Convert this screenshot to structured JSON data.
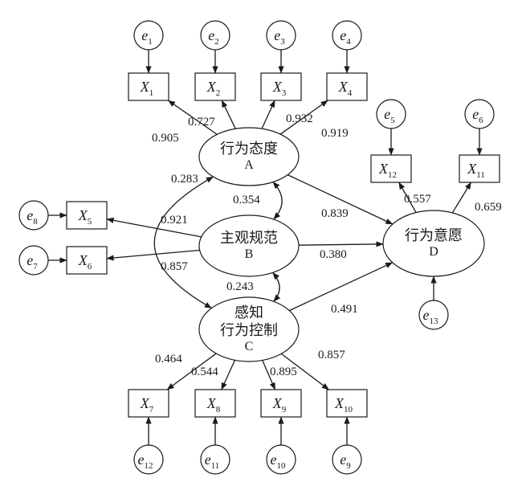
{
  "latents": [
    {
      "id": "A",
      "lines": [
        "行为态度"
      ],
      "letter": "A"
    },
    {
      "id": "B",
      "lines": [
        "主观规范"
      ],
      "letter": "B"
    },
    {
      "id": "C",
      "lines": [
        "感知",
        "行为控制"
      ],
      "letter": "C"
    },
    {
      "id": "D",
      "lines": [
        "行为意愿"
      ],
      "letter": "D"
    }
  ],
  "indicators": [
    {
      "id": "X1",
      "letter": "X",
      "sub": "1"
    },
    {
      "id": "X2",
      "letter": "X",
      "sub": "2"
    },
    {
      "id": "X3",
      "letter": "X",
      "sub": "3"
    },
    {
      "id": "X4",
      "letter": "X",
      "sub": "4"
    },
    {
      "id": "X5",
      "letter": "X",
      "sub": "5"
    },
    {
      "id": "X6",
      "letter": "X",
      "sub": "6"
    },
    {
      "id": "X7",
      "letter": "X",
      "sub": "7"
    },
    {
      "id": "X8",
      "letter": "X",
      "sub": "8"
    },
    {
      "id": "X9",
      "letter": "X",
      "sub": "9"
    },
    {
      "id": "X10",
      "letter": "X",
      "sub": "10"
    },
    {
      "id": "X11",
      "letter": "X",
      "sub": "11"
    },
    {
      "id": "X12",
      "letter": "X",
      "sub": "12"
    }
  ],
  "errors": [
    {
      "id": "e1",
      "letter": "e",
      "sub": "1",
      "target": "X1"
    },
    {
      "id": "e2",
      "letter": "e",
      "sub": "2",
      "target": "X2"
    },
    {
      "id": "e3",
      "letter": "e",
      "sub": "3",
      "target": "X3"
    },
    {
      "id": "e4",
      "letter": "e",
      "sub": "4",
      "target": "X4"
    },
    {
      "id": "e5",
      "letter": "e",
      "sub": "5",
      "target": "X12"
    },
    {
      "id": "e6",
      "letter": "e",
      "sub": "6",
      "target": "X11"
    },
    {
      "id": "e7",
      "letter": "e",
      "sub": "7",
      "target": "X6"
    },
    {
      "id": "e8",
      "letter": "e",
      "sub": "8",
      "target": "X5"
    },
    {
      "id": "e9",
      "letter": "e",
      "sub": "9",
      "target": "X10"
    },
    {
      "id": "e10",
      "letter": "e",
      "sub": "10",
      "target": "X9"
    },
    {
      "id": "e11",
      "letter": "e",
      "sub": "11",
      "target": "X8"
    },
    {
      "id": "e12",
      "letter": "e",
      "sub": "12",
      "target": "X7"
    },
    {
      "id": "e13",
      "letter": "e",
      "sub": "13",
      "target": "D"
    }
  ],
  "loadings": [
    {
      "from": "A",
      "to": "X1",
      "value": "0.905"
    },
    {
      "from": "A",
      "to": "X2",
      "value": "0.727"
    },
    {
      "from": "A",
      "to": "X3",
      "value": "0.932"
    },
    {
      "from": "A",
      "to": "X4",
      "value": "0.919"
    },
    {
      "from": "B",
      "to": "X5",
      "value": "0.921"
    },
    {
      "from": "B",
      "to": "X6",
      "value": "0.857"
    },
    {
      "from": "C",
      "to": "X7",
      "value": "0.464"
    },
    {
      "from": "C",
      "to": "X8",
      "value": "0.544"
    },
    {
      "from": "C",
      "to": "X9",
      "value": "0.895"
    },
    {
      "from": "C",
      "to": "X10",
      "value": "0.857"
    },
    {
      "from": "D",
      "to": "X12",
      "value": "0.557"
    },
    {
      "from": "D",
      "to": "X11",
      "value": "0.659"
    }
  ],
  "paths": [
    {
      "from": "A",
      "to": "D",
      "value": "0.839"
    },
    {
      "from": "B",
      "to": "D",
      "value": "0.380"
    },
    {
      "from": "C",
      "to": "D",
      "value": "0.491"
    }
  ],
  "correlations": [
    {
      "between": [
        "A",
        "B"
      ],
      "value": "0.354"
    },
    {
      "between": [
        "B",
        "C"
      ],
      "value": "0.243"
    },
    {
      "between": [
        "A",
        "C"
      ],
      "value": "0.283"
    }
  ]
}
